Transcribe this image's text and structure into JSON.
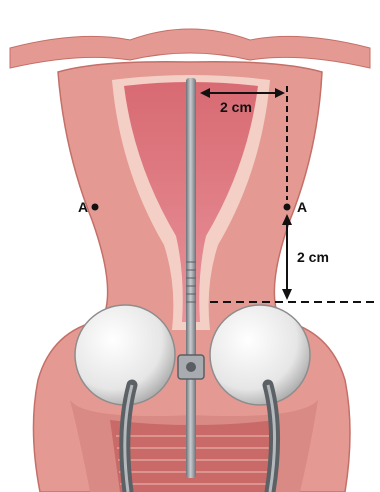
{
  "labels": {
    "top_dimension": "2 cm",
    "side_dimension": "2 cm",
    "point_left": "A",
    "point_right": "A"
  },
  "colors": {
    "outer_tissue": "#e49a92",
    "inner_lining": "#f4cfc6",
    "cavity": "#d86a72",
    "rod": "#8f9499",
    "sphere": "#f1f1f1",
    "guide_line": "#111111"
  }
}
